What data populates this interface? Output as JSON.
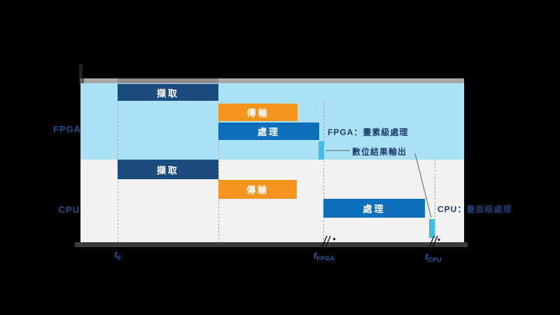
{
  "diagram": {
    "title_hint": "FPGA vs CPU pipeline timing diagram",
    "rows": [
      {
        "label": "FPGA"
      },
      {
        "label": "CPU"
      }
    ],
    "bars": [
      {
        "id": "fpga-capture",
        "row": "FPGA",
        "label": "擷取",
        "color": "#1c4b7e"
      },
      {
        "id": "fpga-transfer",
        "row": "FPGA",
        "label": "傳輸",
        "color": "#f5941d"
      },
      {
        "id": "fpga-process",
        "row": "FPGA",
        "label": "處理",
        "color": "#0e70bd"
      },
      {
        "id": "fpga-output",
        "row": "FPGA",
        "label": "",
        "color": "#41bde9"
      },
      {
        "id": "cpu-capture",
        "row": "CPU",
        "label": "擷取",
        "color": "#1c4b7e"
      },
      {
        "id": "cpu-transfer",
        "row": "CPU",
        "label": "傳輸",
        "color": "#f5941d"
      },
      {
        "id": "cpu-process",
        "row": "CPU",
        "label": "處理",
        "color": "#0e70bd"
      },
      {
        "id": "cpu-output",
        "row": "CPU",
        "label": "",
        "color": "#41bde9"
      }
    ],
    "annotations": {
      "fpga_result": "FPGA：畫素級處理",
      "digital_output": "數位結果輸出",
      "cpu_result": "CPU：畫面級處理"
    },
    "time_axis": {
      "labels": [
        {
          "base": "t",
          "sub": "0"
        },
        {
          "base": "t",
          "sub": "FPGA"
        },
        {
          "base": "t",
          "sub": "CPU"
        }
      ]
    },
    "colors": {
      "background": "#000000",
      "band_fpga": "#aae1f5",
      "band_cpu": "#f2f2f1",
      "timeline_strip": "#a8a8a8",
      "axis_band": "#3b3b3b",
      "bar_capture": "#1c4b7e",
      "bar_transfer": "#f5941d",
      "bar_process": "#0e70bd",
      "bar_output_marker": "#41bde9",
      "time_label_blue": "#1e63b2",
      "annotation_navy": "#1c3e70"
    }
  }
}
